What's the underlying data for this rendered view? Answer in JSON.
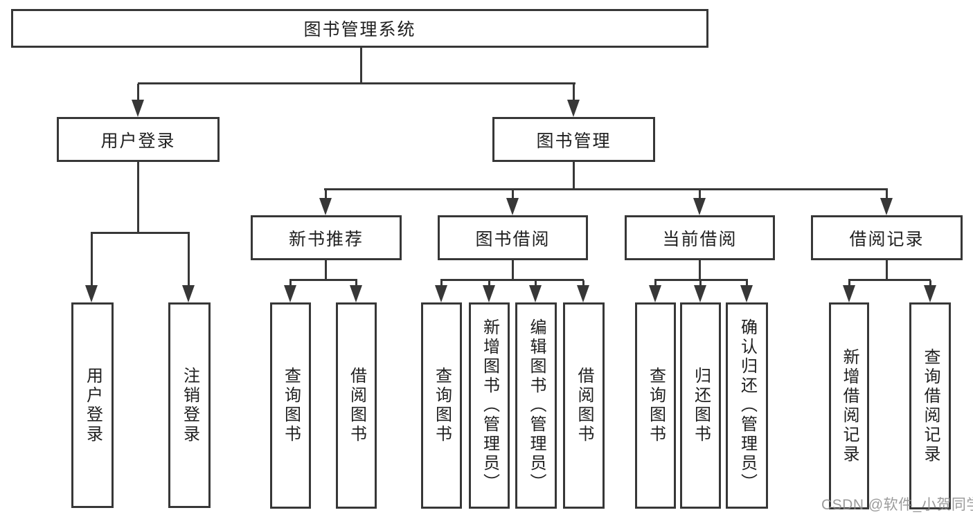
{
  "diagram_type": "functional-structure-tree",
  "colors": {
    "line": "#373737",
    "box_border": "#373737",
    "box_fill": "#ffffff",
    "text": "#1f1f1f",
    "watermark": "#8a8a8a",
    "background": "#ffffff"
  },
  "tree": {
    "root": {
      "label": "图书管理系统"
    },
    "children": [
      {
        "label": "用户登录",
        "children": [
          {
            "label": "用户登录"
          },
          {
            "label": "注销登录"
          }
        ]
      },
      {
        "label": "图书管理",
        "children": [
          {
            "label": "新书推荐",
            "children": [
              {
                "label": "查询图书"
              },
              {
                "label": "借阅图书"
              }
            ]
          },
          {
            "label": "图书借阅",
            "children": [
              {
                "label": "查询图书"
              },
              {
                "label": "新增图书（管理员）"
              },
              {
                "label": "编辑图书（管理员）"
              },
              {
                "label": "借阅图书"
              }
            ]
          },
          {
            "label": "当前借阅",
            "children": [
              {
                "label": "查询图书"
              },
              {
                "label": "归还图书"
              },
              {
                "label": "确认归还（管理员）"
              }
            ]
          },
          {
            "label": "借阅记录",
            "children": [
              {
                "label": "新增借阅记录"
              },
              {
                "label": "查询借阅记录"
              }
            ]
          }
        ]
      }
    ]
  },
  "watermark": {
    "text": "CSDN @软件_小贺同学"
  }
}
